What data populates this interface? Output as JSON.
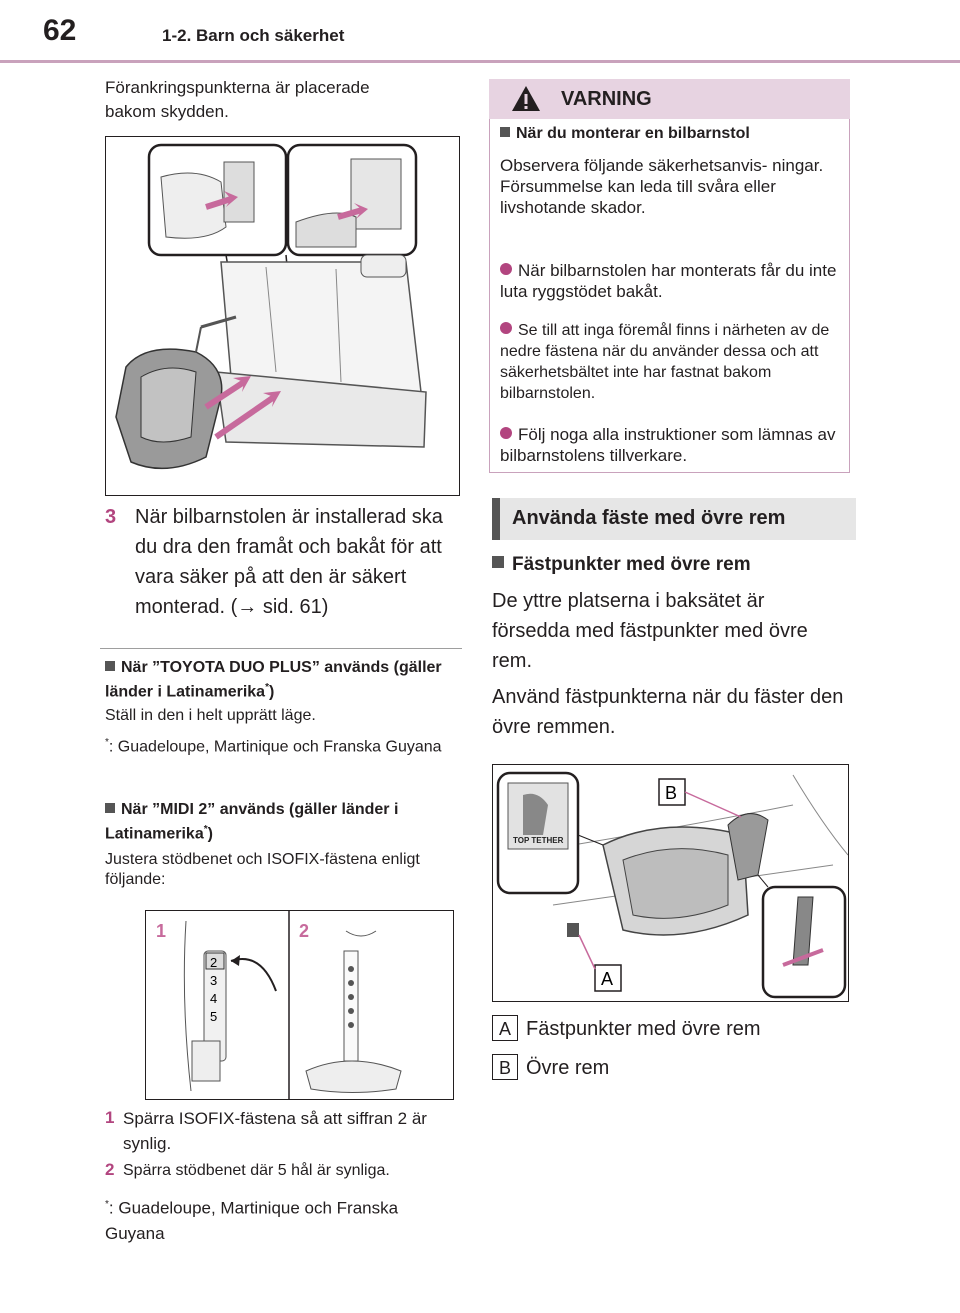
{
  "header": {
    "page_number": "62",
    "section": "1-2. Barn och säkerhet"
  },
  "left": {
    "intro": "Förankringspunkterna är placerade bakom skydden.",
    "step3_num": "3",
    "step3_text": "När bilbarnstolen är installerad ska du dra den framåt och bakåt för att vara säker på att den är säkert monterad. (→ sid. 61)",
    "duo_heading": "När ”TOYOTA DUO PLUS” används (gäller länder i Latinamerika",
    "duo_text": "Ställ in den i helt upprätt läge.",
    "footnote": ": Guadeloupe, Martinique och Franska Guyana",
    "midi_heading": "När ”MIDI 2” används (gäller länder i Latinamerika",
    "midi_text": "Justera stödbenet och ISOFIX-fästena enligt följande:",
    "fig_label1": "1",
    "fig_label2": "2",
    "fig_numbers": [
      "2",
      "3",
      "4",
      "5"
    ],
    "step1_num": "1",
    "step1_text": "Spärra ISOFIX-fästena så att siffran 2 är synlig.",
    "step2_num": "2",
    "step2_text": "Spärra stödbenet där 5 hål är synliga.",
    "footnote2": ": Guadeloupe, Martinique och Franska Guyana"
  },
  "warning": {
    "title": "VARNING",
    "subheading": "När du monterar en bilbarnstol",
    "intro": "Observera följande säkerhetsanvis- ningar. Försummelse kan leda till svåra eller livshotande skador.",
    "bullets": [
      "När bilbarnstolen har monterats får du inte luta ryggstödet bakåt.",
      "Se till att inga föremål finns i närheten av de nedre fästena när du använder dessa och att säkerhetsbältet inte har fastnat bakom bilbarnstolen.",
      "Följ noga alla instruktioner som lämnas av bilbarnstolens tillverkare."
    ]
  },
  "right": {
    "section_title": "Använda fäste med övre rem",
    "sub_heading": "Fästpunkter med övre rem",
    "para1": "De yttre platserna i baksätet är försedda med fästpunkter med övre rem.",
    "para2": "Använd fästpunkterna när du fäster den övre remmen.",
    "fig_tag_b": "B",
    "fig_tag_a": "A",
    "top_tether": "TOP TETHER",
    "legend": [
      {
        "key": "A",
        "text": "Fästpunkter med övre rem"
      },
      {
        "key": "B",
        "text": "Övre rem"
      }
    ]
  },
  "colors": {
    "accent": "#b2457f",
    "warning_bg": "#e7d3e1",
    "section_bg": "#e6e6e6"
  }
}
